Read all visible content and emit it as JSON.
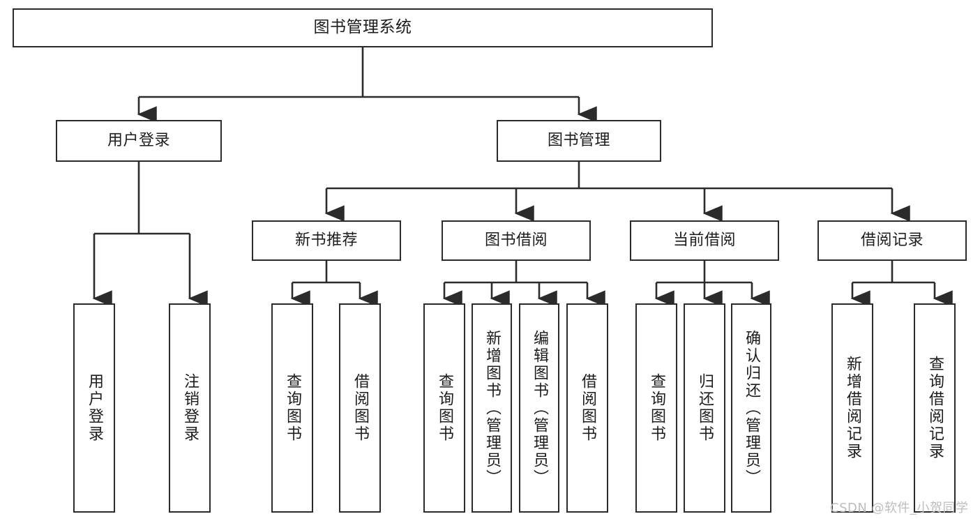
{
  "diagram": {
    "title": "图书管理系统",
    "type": "tree-hierarchy",
    "root": {
      "label": "图书管理系统"
    },
    "level1": [
      {
        "label": "用户登录"
      },
      {
        "label": "图书管理"
      }
    ],
    "level2": [
      {
        "label": "新书推荐",
        "parent": "图书管理"
      },
      {
        "label": "图书借阅",
        "parent": "图书管理"
      },
      {
        "label": "当前借阅",
        "parent": "图书管理"
      },
      {
        "label": "借阅记录",
        "parent": "图书管理"
      }
    ],
    "leaves": [
      {
        "label": "用户登录",
        "parent": "用户登录"
      },
      {
        "label": "注销登录",
        "parent": "用户登录"
      },
      {
        "label": "查询图书",
        "parent": "新书推荐"
      },
      {
        "label": "借阅图书",
        "parent": "新书推荐"
      },
      {
        "label": "查询图书",
        "parent": "图书借阅"
      },
      {
        "label": "新增图书（管理员）",
        "parent": "图书借阅"
      },
      {
        "label": "编辑图书（管理员）",
        "parent": "图书借阅"
      },
      {
        "label": "借阅图书",
        "parent": "图书借阅"
      },
      {
        "label": "查询图书",
        "parent": "当前借阅"
      },
      {
        "label": "归还图书",
        "parent": "当前借阅"
      },
      {
        "label": "确认归还（管理员）",
        "parent": "当前借阅"
      },
      {
        "label": "新增借阅记录",
        "parent": "借阅记录"
      },
      {
        "label": "查询借阅记录",
        "parent": "借阅记录"
      }
    ],
    "watermark": "CSDN @软件_小贺同学",
    "colors": {
      "stroke": "#2b2b2b",
      "fill": "#ffffff",
      "text": "#1c1c1c",
      "watermark": "#bdbdbd"
    }
  }
}
